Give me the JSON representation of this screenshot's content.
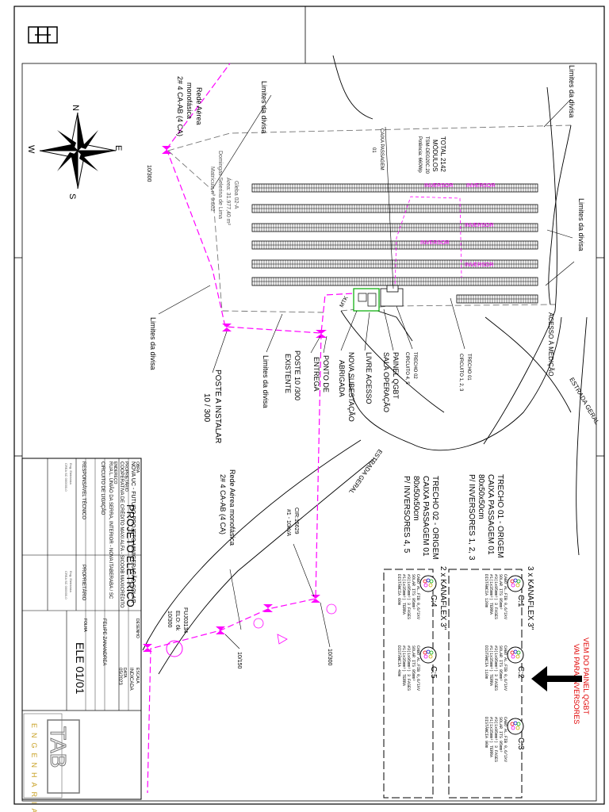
{
  "compass": {
    "n": "N",
    "s": "S",
    "e": "E",
    "w": "W"
  },
  "labels": {
    "limites_top_left": "Limites da divisa",
    "limites_top_right": "Limites da divisa",
    "limites_right": "Limites da divisa",
    "limites_left": "Limites da divisa",
    "limites_center": "Limites da divisa",
    "rede_aerea_top_1": "Rede Aérea",
    "rede_aerea_top_2": "monofásica",
    "rede_aerea_top_3": "2# 4 CA-AB (4 CA)",
    "pole_top": "10/300",
    "gleba_1": "Gleba 02-A",
    "gleba_2": "Área: 31.977,40 m²",
    "gleba_3": "Domingas Selerina de Lima",
    "gleba_4": "Matrícula nº 9.862",
    "total_1": "TOTAL 2142",
    "total_2": "MÓDULOS",
    "total_3": "TSM-DEG20C.20",
    "total_4": "Potência: 660Wp",
    "caixa_pass_1": "CAIXA PASSAGEM",
    "caixa_pass_2": "01",
    "inversor": "INVERSOR",
    "trecho01_1": "TRECHO 01",
    "trecho01_2": "CIRCUITO 1, 2, 3",
    "trecho02_1": "TRECHO 02",
    "trecho02_2": "CIRCUITO 4, 5",
    "painel_1": "PAINEL QGBT",
    "painel_2": "SALA OPERAÇÃO",
    "livre_acesso": "LIVRE ACESSO",
    "nova_sub_1": "NOVA SUBESTAÇÃO",
    "nova_sub_2": "ABRIGADA",
    "ponto_1": "PONTO DE",
    "ponto_2": "ENTREGA",
    "poste_exist_1": "POSTE 10 /300",
    "poste_exist_2": "EXISTENTE",
    "poste_inst_1": "POSTE A INSTALAR",
    "poste_inst_2": "10 / 300",
    "acesso": "ACESSO À MEDIÇÃO",
    "estrada_right": "ESTRADA GERAL",
    "estrada_bottom": "ESTRADA GERAL",
    "rede_bottom_1": "Rede Aérea monofásica",
    "rede_bottom_2": "2# 4 CA-AB (4 CA)",
    "cir_1": "CIR:15629",
    "cir_2": "#1 - 10kVA",
    "fuj_1": "FUJ03134",
    "fuj_2": "ELO: 6k",
    "fuj_3": "10/300",
    "pole_1050": "10/150",
    "pole_10300": "10/300",
    "mtk": "MTK"
  },
  "trechos": {
    "t1_1": "TRECHO 01 - ORIGEM",
    "t1_2": "CAIXA PASSAGEM 01",
    "t1_3": "80x50x50cm",
    "t1_4": "P/ INVERSORES 1, 2, 3",
    "t2_1": "TRECHO 02 - ORIGEM",
    "t2_2": "CAIXA PASSAGEM 01",
    "t2_3": "80x50x50cm",
    "t2_4": "P/ INVERSORES 4, 5",
    "kana1": "3 x KANAFLEX 3\"",
    "kana2": "2 x KANAFLEX 3\"",
    "vem_1": "VEM DO PAINEL QGBT",
    "vem_2": "VAI PARA INVERSORES"
  },
  "circuits": [
    {
      "id": "C:1",
      "l1": "CABO AL.FIB 0,6/1kV",
      "l2": "SOLAR ITS 95mm²",
      "l3": "#3(1x95mm²) 3 FASES",
      "l4": "#1(1x35mm²) TERRA",
      "l5": "DISTÂNCIA 120m"
    },
    {
      "id": "C:2",
      "l1": "CABO AL.FIB 0,6/1kV",
      "l2": "SOLAR ITS 95mm²",
      "l3": "#3(1x95mm²) 3 FASES",
      "l4": "#1(1x35mm²) TERRA",
      "l5": "DISTÂNCIA 110m"
    },
    {
      "id": "C:3",
      "l1": "CABO AL.FIB 0,6/1kV",
      "l2": "SOLAR ITS 95mm²",
      "l3": "#3(1x95mm²) 3 FASES",
      "l4": "#1(1x35mm²) TERRA",
      "l5": "DISTÂNCIA 90m"
    },
    {
      "id": "C:4",
      "l1": "CABO AL.FIB 0,6/1kV",
      "l2": "SOLAR ITS 95mm²",
      "l3": "#3(1x95mm²) 3 FASES",
      "l4": "#1(1x35mm²) TERRA",
      "l5": "DISTÂNCIA 60m"
    },
    {
      "id": "C:5",
      "l1": "CABO AL.FIB 0,6/1kV",
      "l2": "SOLAR ITS 95mm²",
      "l3": "#3(1x95mm²) 3 FASES",
      "l4": "#1(1x35mm²) TERRA",
      "l5": "DISTÂNCIA 40m"
    }
  ],
  "title_block": {
    "project_title": "PROJETO ELÉTRICO",
    "sheet_id": "ELE 01/01",
    "obra_label": "OBRA",
    "obra_1": "NOVA UC - FUTURO PROJETO MINIGERAÇÃO SOLAR",
    "prop_label": "PROPRIETÁRIO",
    "prop_1": "COOPERATIVA DE CRÉDITO MAXI ALFA - SICOOB MAXICRÉDITO",
    "end_label": "ENDEREÇO",
    "end_1": "RUA L. UNIÃO DA SERRA, INTERIOR - NOVA ITABERABA / SC",
    "circ_label": "CIRCUITO DE LIGAÇÃO",
    "resp_label": "RESPONSÁVEL TÉCNICO",
    "prop_sig": "PROPRIETÁRIO",
    "escala_label": "ESCALA",
    "escala_val": "INDICADA",
    "data_label": "DATA",
    "data_val": "05/2023",
    "desenho_label": "DESENHO",
    "desenho_val": "FELIPE ZANANDREA",
    "folha_label": "FOLHA",
    "eng_1": "Eng. Eletricista",
    "eng_2": "CREA SC 000000-0",
    "logo_text": "TAB",
    "logo_sub": "ENGENHARIA"
  },
  "colors": {
    "magenta": "#ff00ff",
    "red": "#e00000",
    "line": "#000000",
    "gray": "#777777"
  }
}
